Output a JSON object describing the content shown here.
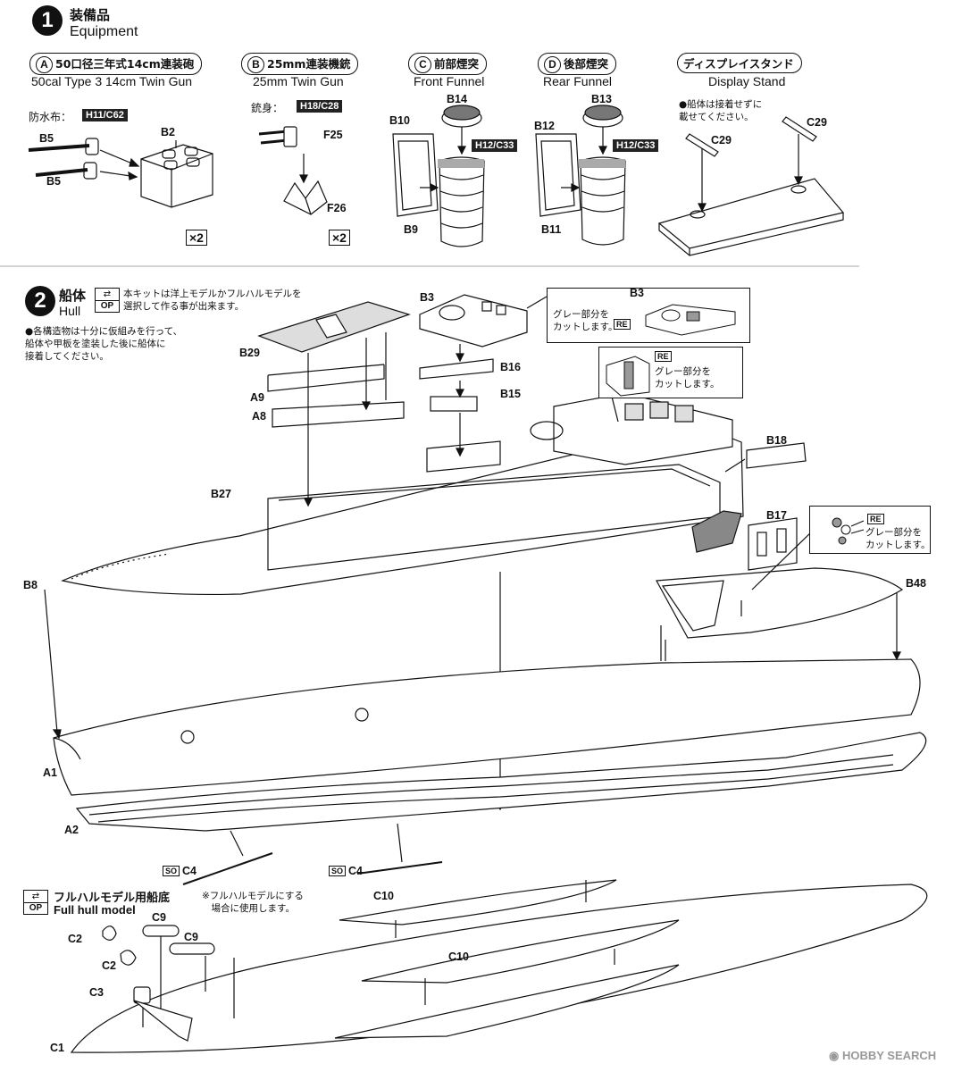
{
  "step1": {
    "number": "1",
    "title_jp": "装備品",
    "title_en": "Equipment"
  },
  "step2": {
    "number": "2",
    "title_jp": "船体",
    "title_en": "Hull",
    "option_jp": "本キットは洋上モデルかフルハルモデルを\n選択して作る事が出来ます。",
    "note_jp": "●各構造物は十分に仮組みを行って、\n船体や甲板を塗装した後に船体に\n接着してください。"
  },
  "items": [
    {
      "letter": "A",
      "jp": "50口径三年式14cm連装砲",
      "en": "50cal Type 3 14cm Twin Gun"
    },
    {
      "letter": "B",
      "jp": "25mm連装機銃",
      "en": "25mm Twin Gun"
    },
    {
      "letter": "C",
      "jp": "前部煙突",
      "en": "Front Funnel"
    },
    {
      "letter": "D",
      "jp": "後部煙突",
      "en": "Rear Funnel"
    },
    {
      "letter": "",
      "jp": "ディスプレイスタンド",
      "en": "Display Stand"
    }
  ],
  "gun_a": {
    "cover_label": "防水布：",
    "cover_tag": "H11/C62",
    "qty": "×2"
  },
  "gun_b": {
    "barrel_label": "銃身：",
    "barrel_tag": "H18/C28",
    "qty": "×2"
  },
  "funnel_tag": "H12/C33",
  "stand_note": "●船体は接着せずに\n載せてください。",
  "part_labels": {
    "B5a": "B5",
    "B5b": "B5",
    "B2": "B2",
    "F25": "F25",
    "F26": "F26",
    "B14": "B14",
    "B10": "B10",
    "B9": "B9",
    "B13": "B13",
    "B12": "B12",
    "B11": "B11",
    "C29a": "C29",
    "C29b": "C29",
    "B3a": "B3",
    "B3b": "B3",
    "B29": "B29",
    "A9": "A9",
    "A8": "A8",
    "B16": "B16",
    "B15": "B15",
    "B27": "B27",
    "B18": "B18",
    "B17": "B17",
    "B8": "B8",
    "B48": "B48",
    "A1": "A1",
    "A2": "A2",
    "C4a": "C4",
    "C4b": "C4",
    "C10a": "C10",
    "C10b": "C10",
    "C9a": "C9",
    "C9b": "C9",
    "C2a": "C2",
    "C2b": "C2",
    "C3": "C3",
    "C1": "C1"
  },
  "cut_note": "グレー部分を\nカットします。",
  "re_label": "RE",
  "so_label": "SO",
  "fullhull": {
    "title_jp": "フルハルモデル用船底",
    "title_en": "Full hull model",
    "note_jp": "※フルハルモデルにする\n　場合に使用します。"
  },
  "op_label": "OP",
  "watermark": "HOBBY SEARCH"
}
